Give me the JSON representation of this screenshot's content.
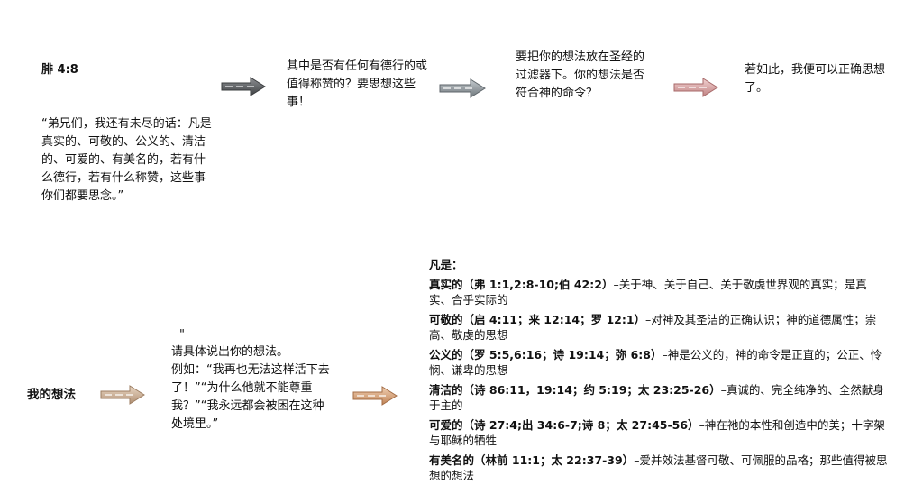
{
  "top_row": {
    "verse_ref": "腓 4:8",
    "verse_text": "“弟兄们，我还有未尽的话：凡是真实的、可敬的、公义的、清洁的、可爱的、有美名的，若有什么德行，若有什么称赞，这些事你们都要思念。”",
    "step2": "其中是否有任何有德行的或值得称赞的？要思想这些事！",
    "step3": "要把你的想法放在圣经的过滤器下。你的想法是否符合神的命令？",
    "step4": "若如此，我便可以正确思想了。"
  },
  "bottom_row": {
    "my_thoughts_label": "我的想法",
    "quote_mark": "\"",
    "prompt": "请具体说出你的想法。\n例如：“我再也无法这样活下去了！”“为什么他就不能尊重我？”“我永远都会被困在这种处境里。”",
    "criteria_heading": "凡是：",
    "criteria": [
      {
        "name": "真实的",
        "refs": "（弗 1:1,2:8-10;伯 42:2）",
        "desc": "–关于神、关于自己、关于敬虔世界观的真实；是真实、合乎实际的"
      },
      {
        "name": "可敬的",
        "refs": "（启 4:11；来 12:14；罗 12:1）",
        "desc": "–对神及其圣洁的正确认识；神的道德属性；崇高、敬虔的思想"
      },
      {
        "name": "公义的",
        "refs": "（罗 5:5,6:16；诗 19:14；弥 6:8）",
        "desc": "–神是公义的，神的命令是正直的；公正、怜悯、谦卑的思想"
      },
      {
        "name": "清洁的",
        "refs": "（诗 86:11，19:14；约 5:19；太 23:25-26）",
        "desc": "–真诚的、完全纯净的、全然献身于主的"
      },
      {
        "name": "可爱的",
        "refs": "（诗 27:4;出 34:6-7;诗 8；太 27:45-56）",
        "desc": "–神在祂的本性和创造中的美；十字架与耶稣的牺牲"
      },
      {
        "name": "有美名的",
        "refs": "（林前 11:1；太 22:37-39）",
        "desc": "–爱并效法基督可敬、可佩服的品格；那些值得被思想的想法"
      }
    ]
  },
  "colors": {
    "arrow_dark": "#55575a",
    "arrow_gray": "#8a9196",
    "arrow_pink": "#d9a0a0",
    "arrow_tan": "#c8aa8c",
    "arrow_orange": "#d29a6e"
  }
}
